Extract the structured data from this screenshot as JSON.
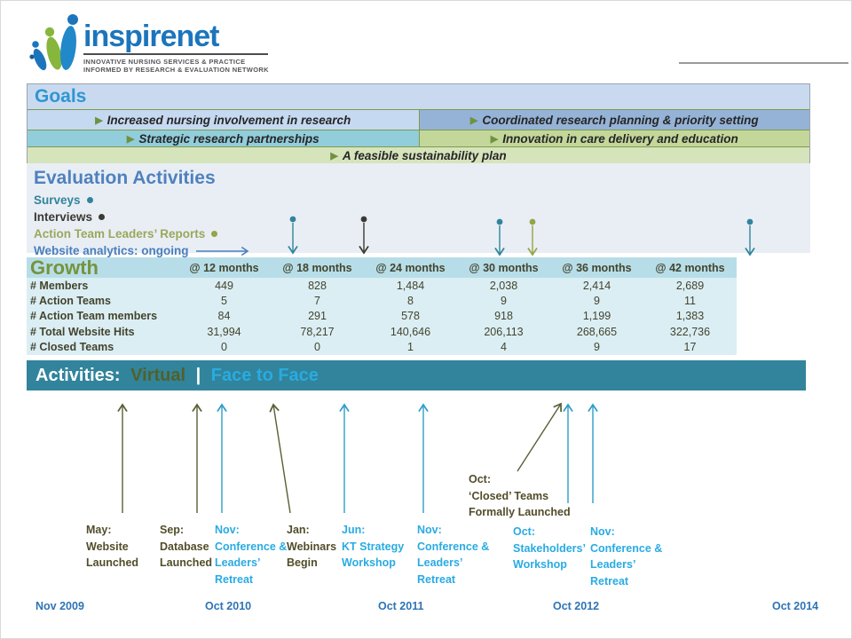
{
  "logo": {
    "brand": "inspirenet",
    "tagline1": "INNOVATIVE NURSING SERVICES & PRACTICE",
    "tagline2": "INFORMED BY RESEARCH & EVALUATION NETWORK"
  },
  "goals": {
    "title": "Goals",
    "bullet": "▶",
    "cells": [
      {
        "text": "Increased nursing involvement in research"
      },
      {
        "text": "Coordinated research planning & priority setting"
      },
      {
        "text": "Strategic research partnerships"
      },
      {
        "text": "Innovation in care delivery and education"
      },
      {
        "text": "A feasible sustainability plan"
      }
    ]
  },
  "evaluation": {
    "title": "Evaluation Activities",
    "legend": [
      {
        "label": "Surveys"
      },
      {
        "label": "Interviews"
      },
      {
        "label": "Action Team Leaders’ Reports"
      },
      {
        "label": "Website analytics:  ongoing"
      }
    ]
  },
  "growth": {
    "title": "Growth",
    "columns": [
      "@ 12 months",
      "@ 18 months",
      "@ 24 months",
      "@ 30 months",
      "@ 36 months",
      "@ 42 months"
    ],
    "rows": [
      {
        "label": "# Members",
        "values": [
          "449",
          "828",
          "1,484",
          "2,038",
          "2,414",
          "2,689"
        ]
      },
      {
        "label": "# Action Teams",
        "values": [
          "5",
          "7",
          "8",
          "9",
          "9",
          "11"
        ]
      },
      {
        "label": "# Action Team members",
        "values": [
          "84",
          "291",
          "578",
          "918",
          "1,199",
          "1,383"
        ]
      },
      {
        "label": "# Total Website Hits",
        "values": [
          "31,994",
          "78,217",
          "140,646",
          "206,113",
          "268,665",
          "322,736"
        ]
      },
      {
        "label": "# Closed Teams",
        "values": [
          "0",
          "0",
          "1",
          "4",
          "9",
          "17"
        ]
      }
    ]
  },
  "activities": {
    "prefix": "Activities:",
    "virtual_label": "Virtual",
    "divider": "|",
    "face_label": "Face to Face",
    "events": [
      {
        "text": "May:\nWebsite\nLaunched",
        "type": "virtual"
      },
      {
        "text": "Sep:\nDatabase\nLaunched",
        "type": "virtual"
      },
      {
        "text": "Nov:\nConference &\nLeaders’\nRetreat",
        "type": "face"
      },
      {
        "text": "Jan:\nWebinars\nBegin",
        "type": "virtual"
      },
      {
        "text": "Jun:\nKT Strategy\nWorkshop",
        "type": "face"
      },
      {
        "text": "Nov:\nConference &\nLeaders’\nRetreat",
        "type": "face"
      },
      {
        "text": "Oct:\n‘Closed’ Teams\nFormally Launched",
        "type": "virtual"
      },
      {
        "text": "Oct:\nStakeholders’\nWorkshop",
        "type": "face"
      },
      {
        "text": "Nov:\nConference &\nLeaders’\nRetreat",
        "type": "face"
      }
    ],
    "dates": [
      "Nov 2009",
      "Oct 2010",
      "Oct 2011",
      "Oct 2012",
      "Oct 2014"
    ]
  },
  "colors": {
    "teal_bar": "#31849b",
    "face_blue": "#29abe2",
    "virtual_olive": "#514d2a",
    "survey_teal": "#31849b",
    "interview_dark": "#3a3a32",
    "reports_olive": "#94a545",
    "brand_blue": "#1c75bc",
    "growth_green": "#76933c",
    "date_blue": "#2e74b5"
  }
}
